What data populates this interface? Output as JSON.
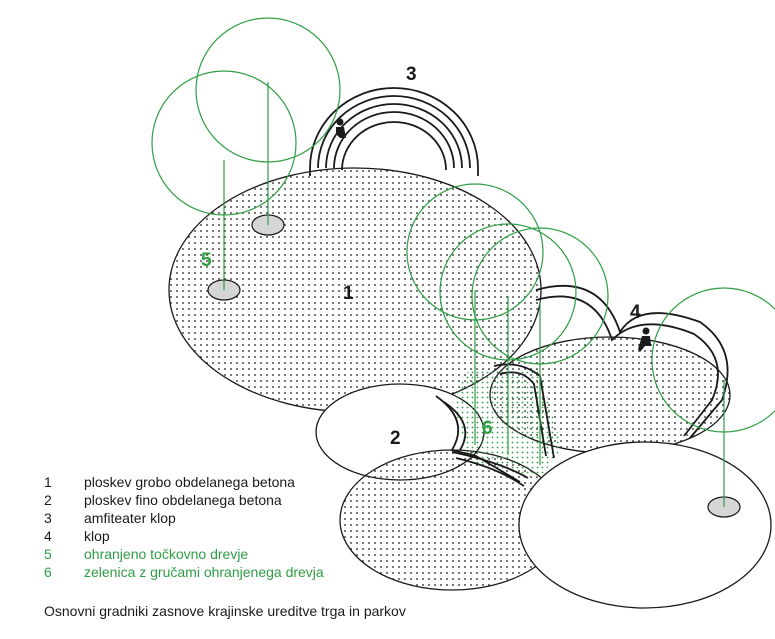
{
  "colors": {
    "black": "#1a1a1a",
    "green": "#2e9e44",
    "light_gray": "#d6d6d6"
  },
  "labels": {
    "l1": "1",
    "l2": "2",
    "l3": "3",
    "l4": "4",
    "l5": "5",
    "l6": "6"
  },
  "legend": [
    {
      "num": "1",
      "text": "ploskev grobo obdelanega betona",
      "color": "black"
    },
    {
      "num": "2",
      "text": "ploskev fino obdelanega betona",
      "color": "black"
    },
    {
      "num": "3",
      "text": "amfiteater klop",
      "color": "black"
    },
    {
      "num": "4",
      "text": "klop",
      "color": "black"
    },
    {
      "num": "5",
      "text": "ohranjeno točkovno drevje",
      "color": "green"
    },
    {
      "num": "6",
      "text": "zelenica z gručami ohranjenega drevja",
      "color": "green"
    }
  ],
  "caption": "Osnovni gradniki zasnove krajinske ureditve trga in parkov"
}
